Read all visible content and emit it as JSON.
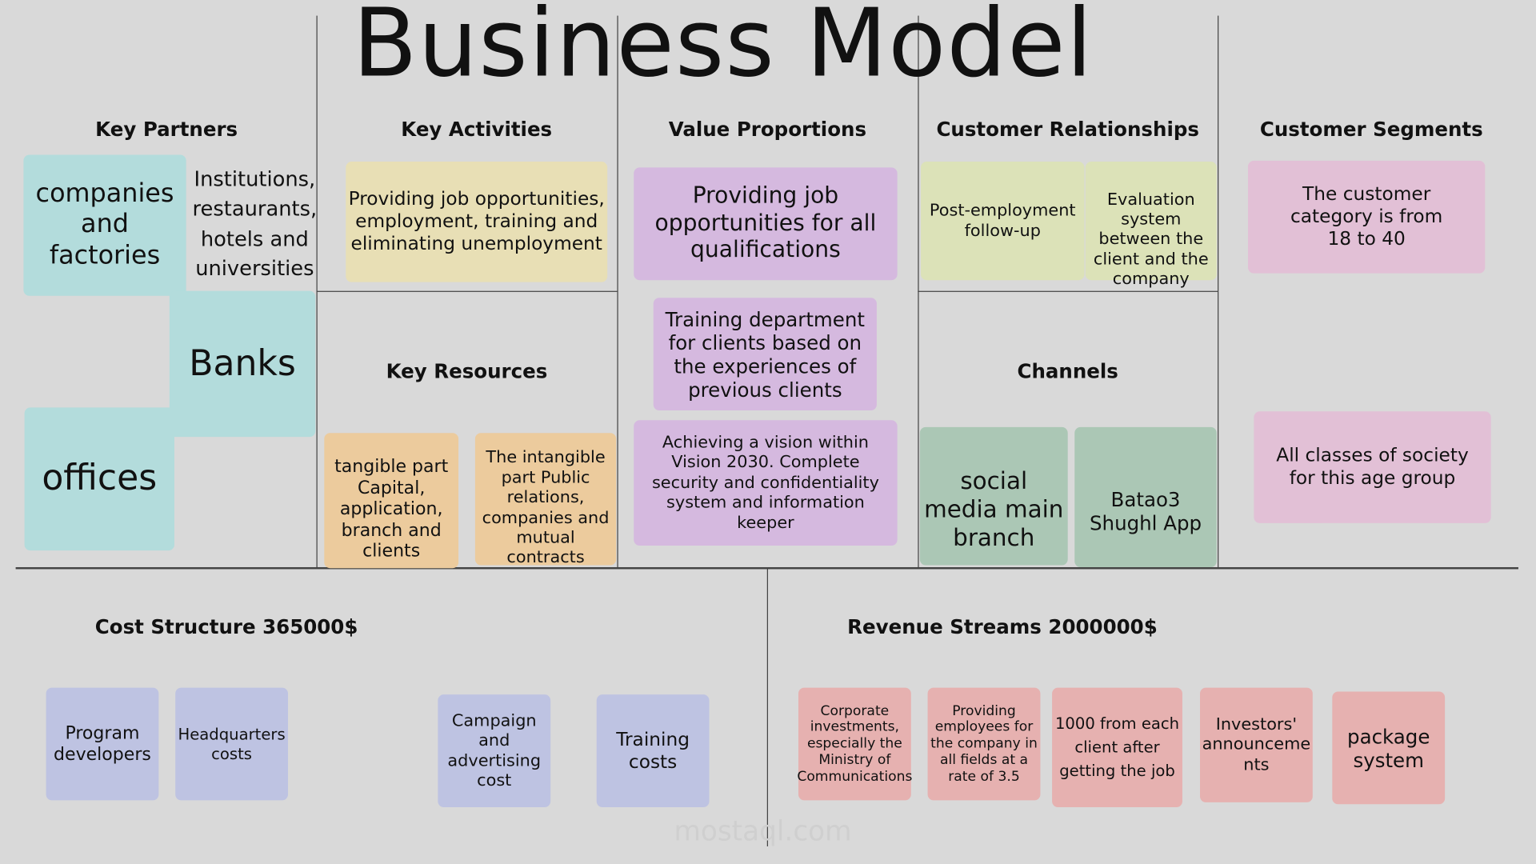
{
  "title": "Business Model",
  "sections": {
    "key_partners": "Key Partners",
    "key_activities": "Key Activities",
    "value": "Value Proportions",
    "relationships": "Customer Relationships",
    "segments": "Customer Segments",
    "resources": "Key Resources",
    "channels": "Channels",
    "cost": "Cost Structure 365000$",
    "revenue": "Revenue Streams 2000000$"
  },
  "partners": [
    "companies and factories",
    "Institutions, restaurants, hotels and universities",
    "Banks",
    "offices"
  ],
  "activities": [
    "Providing job opportunities, employment, training and eliminating unemployment"
  ],
  "value": [
    "Providing job opportunities for all qualifications",
    "Training department for clients based on the experiences of previous clients",
    "Achieving a vision within Vision 2030. Complete security and confidentiality system and information keeper"
  ],
  "relationships": [
    "Post-employment follow-up",
    "Evaluation system between the client and the company"
  ],
  "segments": [
    "The customer category is from 18 to 40",
    "All classes of society for this age group"
  ],
  "resources": [
    "tangible part Capital, application, branch and clients",
    "The intangible part Public relations, companies and mutual contracts"
  ],
  "channels": [
    "social media main branch",
    "Batao3 Shughl App"
  ],
  "costs": [
    "Program developers",
    "Headquarters costs",
    "Campaign and advertising cost",
    "Training costs"
  ],
  "revenues": [
    "Corporate investments, especially the Ministry of Communications",
    "Providing employees for the company in all fields at a rate of 3.5",
    "1000 from each client after getting the job",
    "Investors' announceme nts",
    "package system"
  ],
  "watermark": "mostaql.com"
}
